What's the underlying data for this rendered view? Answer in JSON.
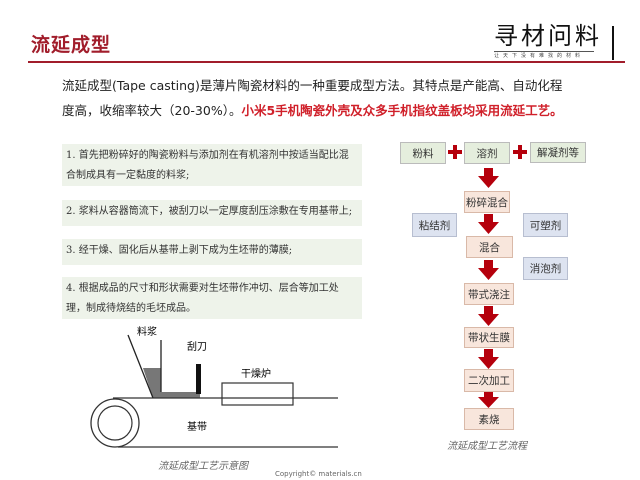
{
  "header": {
    "title": "流延成型",
    "logo_main": "寻材问料",
    "logo_sub": "让天下没有难找的材料"
  },
  "intro": {
    "line1": "流延成型(Tape casting)是薄片陶瓷材料的一种重要成型方法。其特点是产能高、自动化程",
    "line2_plain": "度高，收缩率较大（20-30%）。",
    "line2_highlight": "小米5手机陶瓷外壳及众多手机指纹盖板均采用流延工艺。"
  },
  "steps": [
    "1. 首先把粉碎好的陶瓷粉料与添加剂在有机溶剂中按适当配比混合制成具有一定黏度的料浆;",
    "2. 浆料从容器筒流下，被刮刀以一定厚度刮压涂敷在专用基带上;",
    "3. 经干燥、固化后从基带上剥下成为生坯带的薄膜;",
    "4. 根据成品的尺寸和形状需要对生坯带作冲切、层合等加工处理，制成待烧结的毛坯成品。"
  ],
  "schematic": {
    "slurry": "料浆",
    "blade": "刮刀",
    "dryer": "干燥炉",
    "belt": "基带",
    "caption": "流延成型工艺示意图"
  },
  "flow": {
    "inputs": [
      "粉料",
      "溶剂",
      "解凝剂等"
    ],
    "steps": [
      "粉碎混合",
      "混合",
      "带式浇注",
      "带状生膜",
      "二次加工",
      "素烧"
    ],
    "additives": [
      "粘结剂",
      "可塑剂",
      "消泡剂"
    ],
    "caption": "流延成型工艺流程"
  },
  "copyright": "Copyright© materials.cn",
  "colors": {
    "accent": "#a11d2b",
    "arrow": "#b5000c"
  }
}
